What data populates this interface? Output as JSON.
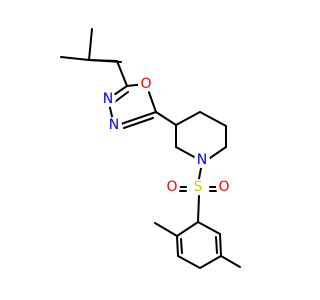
{
  "colors": {
    "carbon": "#000000",
    "oxygen": "#ff0000",
    "nitrogen": "#0000ff",
    "sulfur": "#cccc00",
    "background": "#ffffff"
  },
  "molecule": {
    "atoms": [
      {
        "id": "O_ring",
        "label": "O",
        "element": "oxygen"
      },
      {
        "id": "N3",
        "label": "N",
        "element": "nitrogen"
      },
      {
        "id": "N4",
        "label": "N",
        "element": "nitrogen"
      },
      {
        "id": "N_pip",
        "label": "N",
        "element": "nitrogen"
      },
      {
        "id": "S",
        "label": "S",
        "element": "sulfur"
      },
      {
        "id": "O_s1",
        "label": "O",
        "element": "oxygen"
      },
      {
        "id": "O_s2",
        "label": "O",
        "element": "oxygen"
      }
    ]
  }
}
